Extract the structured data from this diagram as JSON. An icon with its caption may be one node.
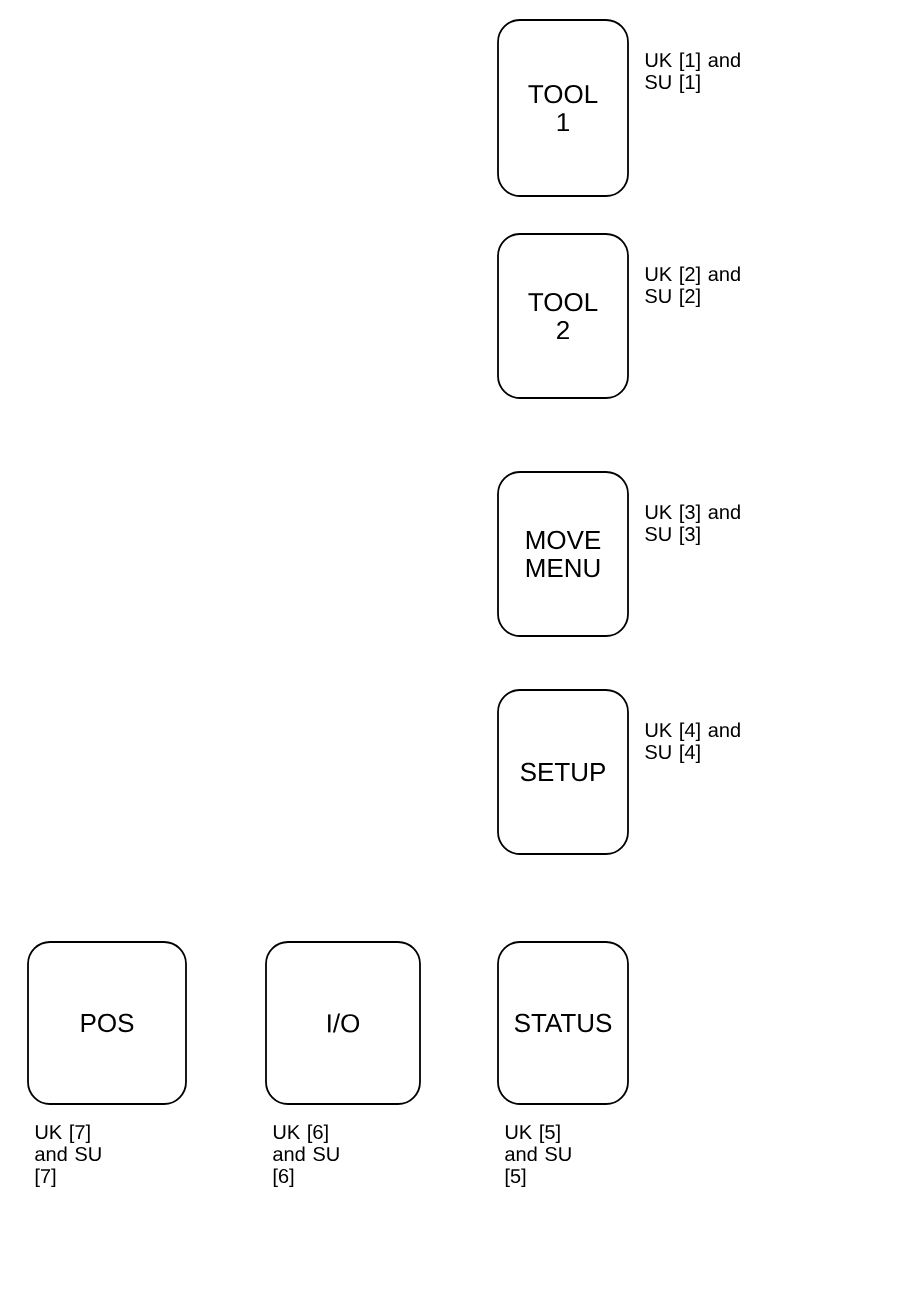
{
  "diagram": {
    "nodes": [
      {
        "text": [
          "TOOL 1"
        ],
        "beside": [
          "UK [1] and SU [1]"
        ]
      },
      {
        "text": [
          "TOOL 2"
        ],
        "beside": [
          "UK [2] and SU [2]"
        ]
      },
      {
        "text": [
          "MOVE MENU"
        ],
        "beside": [
          "UK [3] and SU [3]"
        ]
      },
      {
        "text": [
          "SETUP"
        ],
        "beside": [
          "UK [4] and SU [4]"
        ]
      },
      {
        "text": [
          "POS"
        ],
        "beside": [
          "UK [7] and SU [7]"
        ]
      },
      {
        "text": [
          "I/O"
        ],
        "beside": [
          "UK [6] and SU [6]"
        ]
      },
      {
        "text": [
          "STATUS"
        ],
        "beside": [
          "UK [5] and SU [5]"
        ]
      }
    ]
  }
}
